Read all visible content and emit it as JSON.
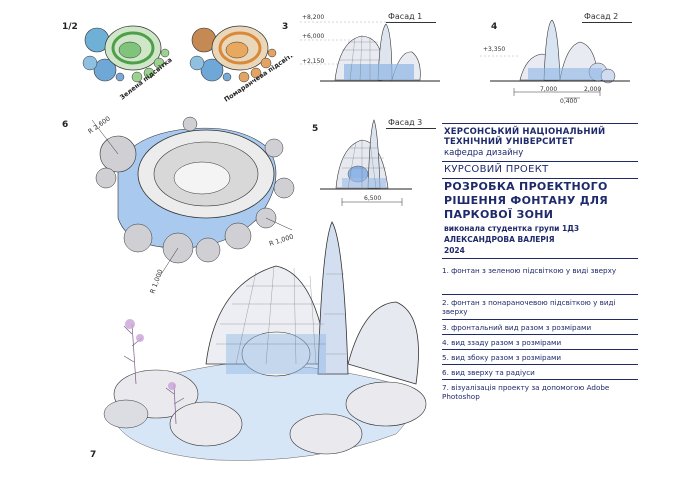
{
  "drawing_numbers": {
    "n1": "1/2",
    "n3": "3",
    "n4": "4",
    "n5": "5",
    "n6": "6",
    "n7": "7"
  },
  "plan_labels": {
    "green": "Зелена підсвітка",
    "orange": "Помаранчева підсвітка"
  },
  "facades": {
    "f1": "Фасад 1",
    "f2": "Фасад 2",
    "f3": "Фасад 3"
  },
  "dimensions": {
    "h8200": "+8,200",
    "h6000": "+6,000",
    "h2150": "+2,150",
    "h3350": "+3,350",
    "w7000": "7,000",
    "w2000": "2,000",
    "w0400": "0,400",
    "w6500": "6,500",
    "r2600": "R 2,600",
    "r1000a": "R 1,000",
    "r1000b": "R 1,000"
  },
  "info": {
    "university": "ХЕРСОНСЬКИЙ НАЦІОНАЛЬНИЙ ТЕХНІЧНИЙ УНІВЕРСИТЕТ",
    "department": "кафедра дизайну",
    "project_type": "КУРСОВИЙ ПРОЕКТ",
    "title": "РОЗРОБКА ПРОЕКТНОГО РІШЕННЯ ФОНТАНУ ДЛЯ ПАРКОВОЇ ЗОНИ",
    "author_line": "виконала студентка групи 1Д3",
    "author": "АЛЕКСАНДРОВА ВАЛЕРІЯ",
    "year": "2024"
  },
  "legend": [
    "1. фонтан з зеленою підсвіткою у виді зверху",
    "2. фонтан з понараночевою підсвіткою у виді зверху",
    "3. фронтальний вид разом з розмірами",
    "4. вид ззаду разом з розмірами",
    "5. вид збоку разом з розмірами",
    "6. вид зверху та радіуси",
    "7. візуалізація проекту за допомогою Adobe Photoshop"
  ],
  "colors": {
    "ink": "#1f2a6b",
    "water": "#8fb6e6",
    "green_light": "#7fc47a",
    "orange_light": "#e08a3a",
    "shell": "#e6e8ee"
  }
}
